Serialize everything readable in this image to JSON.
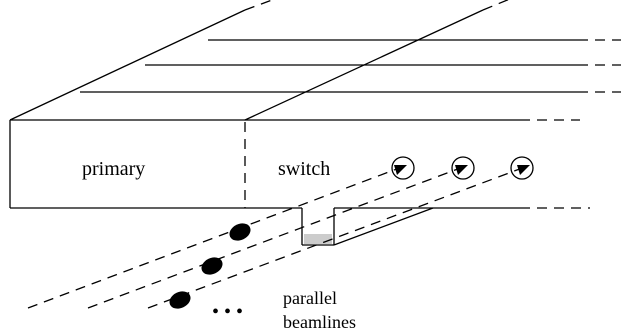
{
  "labels": {
    "primary": "primary",
    "switch": "switch",
    "parallel": "parallel",
    "beamlines": "beamlines",
    "ellipsis": "• • •"
  },
  "colors": {
    "stroke": "#000000",
    "notch_shade": "#cccccc",
    "background": "#ffffff"
  }
}
